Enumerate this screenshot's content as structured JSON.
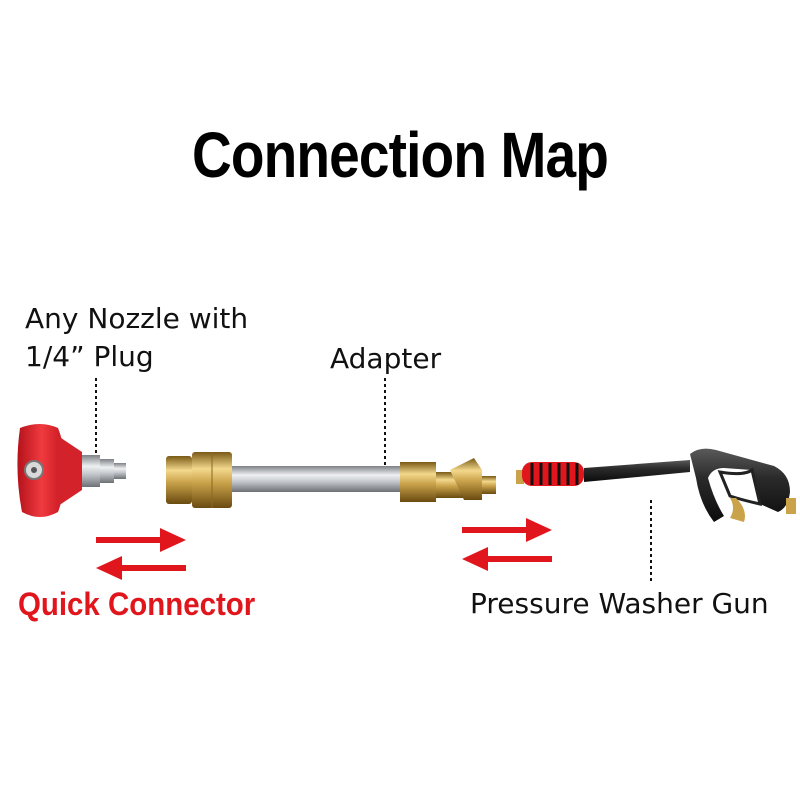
{
  "title": "Connection Map",
  "labels": {
    "nozzle_line1": "Any Nozzle with",
    "nozzle_line2": "1/4” Plug",
    "adapter": "Adapter",
    "quick_connector": "Quick Connector",
    "gun": "Pressure Washer Gun"
  },
  "colors": {
    "accent_red": "#e0161c",
    "brass": "#c9a24a",
    "steel": "#b8bcc0"
  },
  "parts": [
    "nozzle-icon",
    "adapter-icon",
    "pressure-washer-gun-icon"
  ]
}
